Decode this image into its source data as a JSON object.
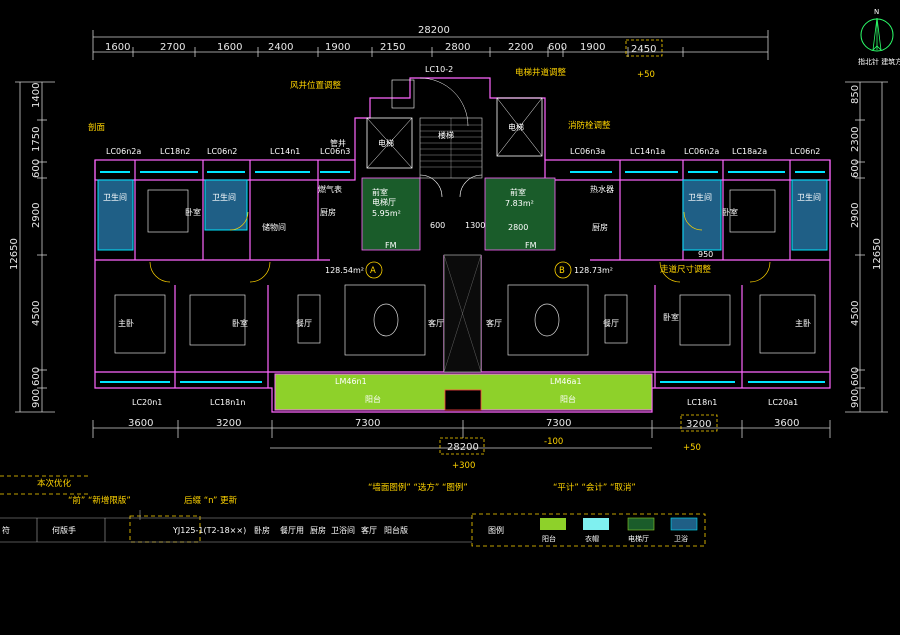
{
  "dims": {
    "top_total": "28200",
    "top": [
      "1600",
      "2700",
      "1600",
      "2400",
      "1900",
      "2150",
      "2800",
      "2200",
      "600",
      "1900",
      "2450"
    ],
    "top_delta": "+50",
    "bottom": [
      "3600",
      "3200",
      "7300",
      "7300",
      "3200",
      "3600"
    ],
    "bottom_total": "28200",
    "bottom_delta_1": "-100",
    "bottom_delta_2": "+50",
    "bottom_delta_3": "+300",
    "left": [
      "1400",
      "1750",
      "600",
      "2900",
      "4500",
      "600",
      "900"
    ],
    "left_total": "12650",
    "right": [
      "850",
      "2300",
      "600",
      "2900",
      "4500",
      "600",
      "900"
    ],
    "right_total": "12650"
  },
  "north_label": "N",
  "north_note": "指北针 建筑方向",
  "notes": {
    "shaft": "风井位置调整",
    "elevator": "电梯井道调整",
    "fire": "消防栓调整",
    "corridor": "走道尺寸调整",
    "section": "剖面"
  },
  "windows_top": [
    "LC06n2a",
    "LC18n2",
    "LC06n2",
    "LC14n1",
    "LC06n3",
    "LC10-2",
    "LC06n3a",
    "LC14n1a",
    "LC06n2a",
    "LC18a2a",
    "LC06n2"
  ],
  "windows_bottom": [
    "LC20n1",
    "LC18n1n",
    "LM46n1",
    "LM46a1",
    "LC18n1",
    "LC20a1"
  ],
  "rooms": {
    "bath1": "卫生间",
    "bath2": "卫生间",
    "bed": "卧室",
    "master": "主卧",
    "living": "客厅",
    "dining": "餐厅",
    "kitchen": "厨房",
    "storage": "储物间",
    "balcony": "阳台",
    "stair": "楼梯",
    "lift": "电梯",
    "lobby": "前室",
    "hall": "前室",
    "elec": "电梯厅",
    "gas": "燃气表",
    "water": "热水器",
    "fm": "FM",
    "well": "管井"
  },
  "areas": {
    "a": "128.54m²",
    "b": "128.73m²",
    "lobby_a": "5.95m²",
    "lobby_b": "7.83m²",
    "v1": "600",
    "v2": "1300",
    "v3": "950",
    "v4": "2800"
  },
  "units": {
    "a": "A",
    "b": "B"
  },
  "bottom_panel": {
    "title": "本次优化",
    "q1": "“前” “新增限版”",
    "q2": "后缀 “n” 更新",
    "q3": "“墙面图例” “选方” “图例”",
    "q4": "“平计” “会计” “取消”",
    "row_left": "符",
    "row_file": "何版手",
    "row_code": "YJ125-1(T2-18××)",
    "row_items": [
      "卧房",
      "餐厅用",
      "厨房",
      "卫浴间",
      "客厅",
      "阳台版"
    ],
    "legend_title": "图例",
    "legend": [
      {
        "label": "阳台",
        "color": "#8ed12a"
      },
      {
        "label": "衣帽",
        "color": "#7ff0f0"
      },
      {
        "label": "电梯厅",
        "color": "#1a5c2a"
      },
      {
        "label": "卫浴",
        "color": "#1f5f86"
      }
    ]
  },
  "colors": {
    "wall": "#ff66ff",
    "window": "#00e5ff",
    "balcony": "#8ed12a",
    "lobby": "#1a5c2a",
    "dim": "#d8d8d8",
    "note": "#ffd400"
  }
}
